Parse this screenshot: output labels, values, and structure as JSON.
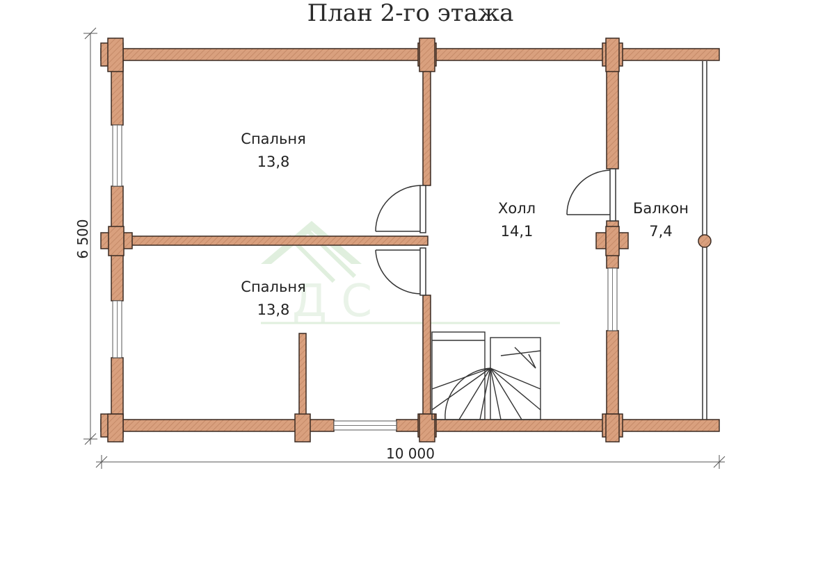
{
  "title": "План 2-го этажа",
  "rooms": [
    {
      "name": "Спальня",
      "area": "13,8"
    },
    {
      "name": "Спальня",
      "area": "13,8"
    },
    {
      "name": "Холл",
      "area": "14,1"
    },
    {
      "name": "Балкон",
      "area": "7,4"
    }
  ],
  "dimensions": {
    "width": "10 000",
    "height": "6 500"
  },
  "watermark": {
    "letters": "Д  С"
  },
  "colors": {
    "wall": "#d39a78",
    "wall_stroke": "#3a2a22",
    "watermark": "#c8e2c4"
  }
}
